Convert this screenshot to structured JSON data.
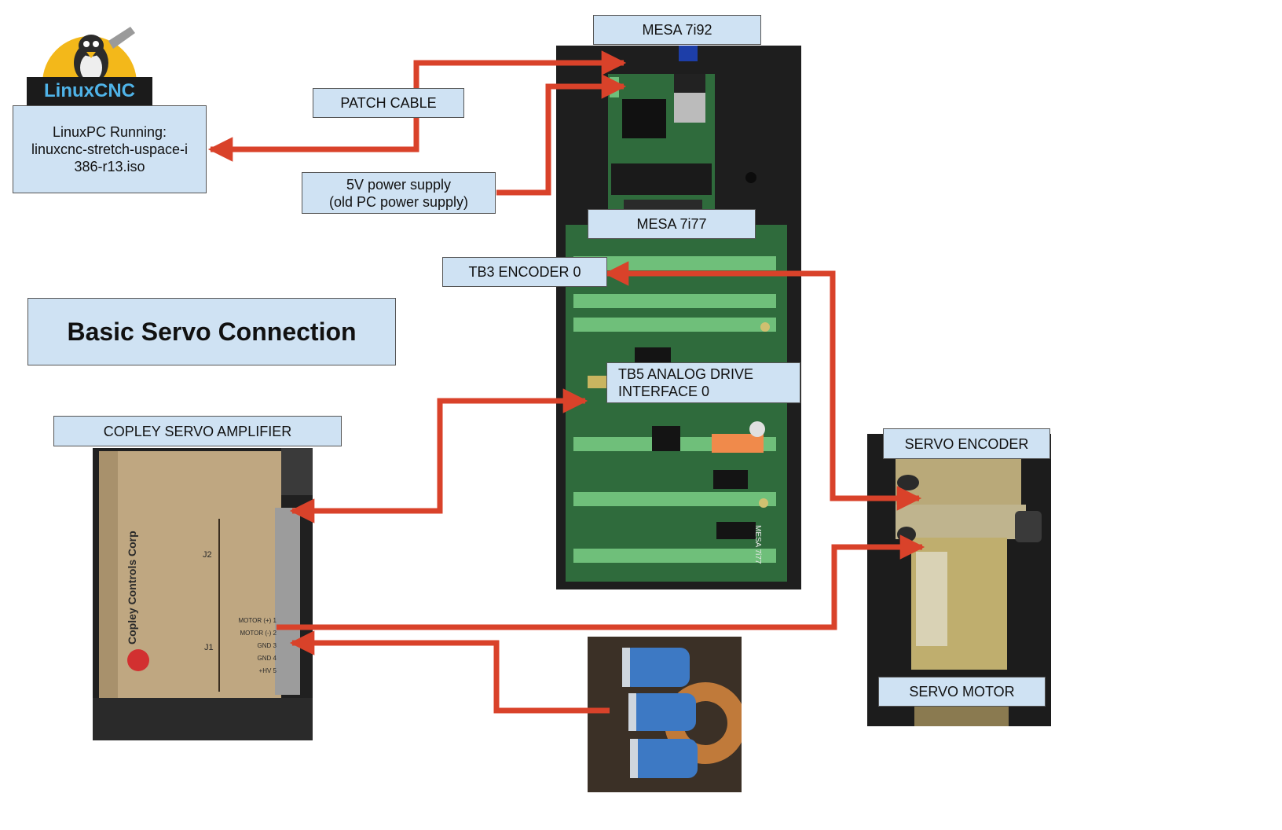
{
  "labels": {
    "mesa_7i92": "MESA 7i92",
    "patch_cable": "PATCH CABLE",
    "linux_pc": "LinuxPC Running:\nlinuxcnc-stretch-uspace-i\n386-r13.iso",
    "power_supply": "5V power supply\n(old PC power supply)",
    "mesa_7i77": "MESA 7i77",
    "tb3_encoder": "TB3 ENCODER 0",
    "title": "Basic Servo Connection",
    "tb5_analog": "TB5 ANALOG DRIVE\nINTERFACE 0",
    "copley_amp": "COPLEY SERVO AMPLIFIER",
    "servo_encoder": "SERVO ENCODER",
    "servo_motor": "SERVO MOTOR"
  },
  "logo": {
    "text": "LinuxCNC"
  },
  "amplifier_photo": {
    "brand": "Copley Controls Corp",
    "connector_j2": "J2",
    "connector_j1": "J1",
    "j1_pins": [
      "MOTOR (+) 1",
      "MOTOR (-) 2",
      "GND 3",
      "GND 4",
      "+HV 5"
    ]
  },
  "board_photo": {
    "silkscreen": "MESA 7i77"
  },
  "colors": {
    "arrow": "#d9422a",
    "label_fill": "#cfe2f3",
    "pcb_green": "#2f6b3c",
    "terminal_green": "#6fbf7a"
  }
}
